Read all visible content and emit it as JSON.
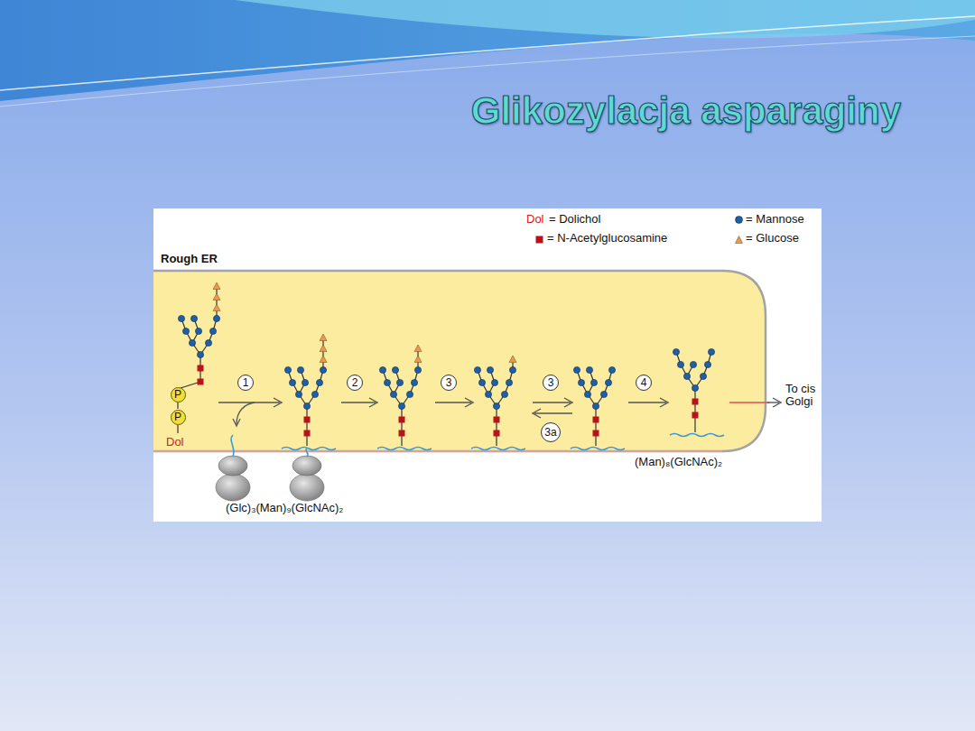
{
  "diagram": {
    "title": "Glikozylacja asparaginy",
    "nodes": [
      {
        "text": [
          "P"
        ]
      },
      {
        "text": [
          "P"
        ]
      },
      {
        "text": [
          "1"
        ]
      },
      {
        "text": [
          "2"
        ]
      },
      {
        "text": [
          "3"
        ]
      },
      {
        "text": [
          "3"
        ]
      },
      {
        "text": [
          "3a"
        ]
      },
      {
        "text": [
          "4"
        ]
      }
    ],
    "labels": [
      "Dol",
      "= Dolichol",
      "Rough ER",
      "Dol",
      "To cis Golgi",
      "(Man)₈(GlcNAc)₂",
      "(Glc)₃(Man)₉(GlcNAc)₂"
    ],
    "legend": [
      {
        "text": "= N-Acetylglucosamine",
        "color": "#b8131c"
      },
      {
        "text": "= Mannose",
        "color": "#1f5fa6"
      },
      {
        "text": "= Glucose",
        "color": "#e89a52"
      }
    ]
  }
}
